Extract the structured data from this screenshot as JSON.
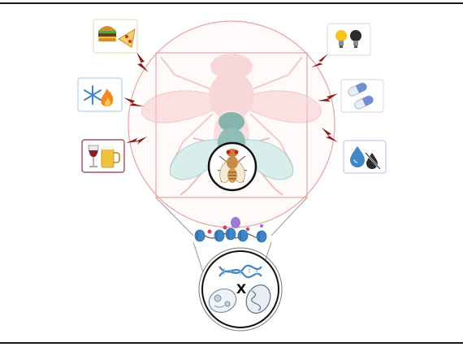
{
  "diagram": {
    "cross_symbol": "X",
    "environmental_factors_left": [
      {
        "name": "diet",
        "icons": [
          "burger-icon",
          "pizza-slice-icon"
        ]
      },
      {
        "name": "temperature",
        "icons": [
          "snowflake-icon",
          "flame-icon"
        ]
      },
      {
        "name": "alcohol",
        "icons": [
          "wine-glass-icon",
          "beer-mug-icon"
        ]
      }
    ],
    "environmental_factors_right": [
      {
        "name": "light",
        "icons": [
          "light-bulb-on-icon",
          "light-bulb-off-icon"
        ]
      },
      {
        "name": "drugs",
        "icons": [
          "capsule-icon",
          "capsule-icon"
        ]
      },
      {
        "name": "water-deprivation",
        "icons": [
          "water-drop-icon",
          "no-water-drop-icon"
        ]
      }
    ],
    "center": [
      "fly-silhouette",
      "vitruvian-circle",
      "vitruvian-square",
      "fly-closeup"
    ],
    "lower": [
      "chromatin-strand",
      "nucleosome-icon",
      "dna-helix-icon",
      "nucleus-cell-icon",
      "mitochondrion-icon"
    ],
    "colors": {
      "vitruvian_lines": "#e8a3a3",
      "fly_body": "#f2bcbc",
      "fly_teal": "#5fa59e",
      "nucleosome": "#3e86c4",
      "lightning": "#8b1a1a",
      "frame": "#1a1a1a"
    }
  }
}
